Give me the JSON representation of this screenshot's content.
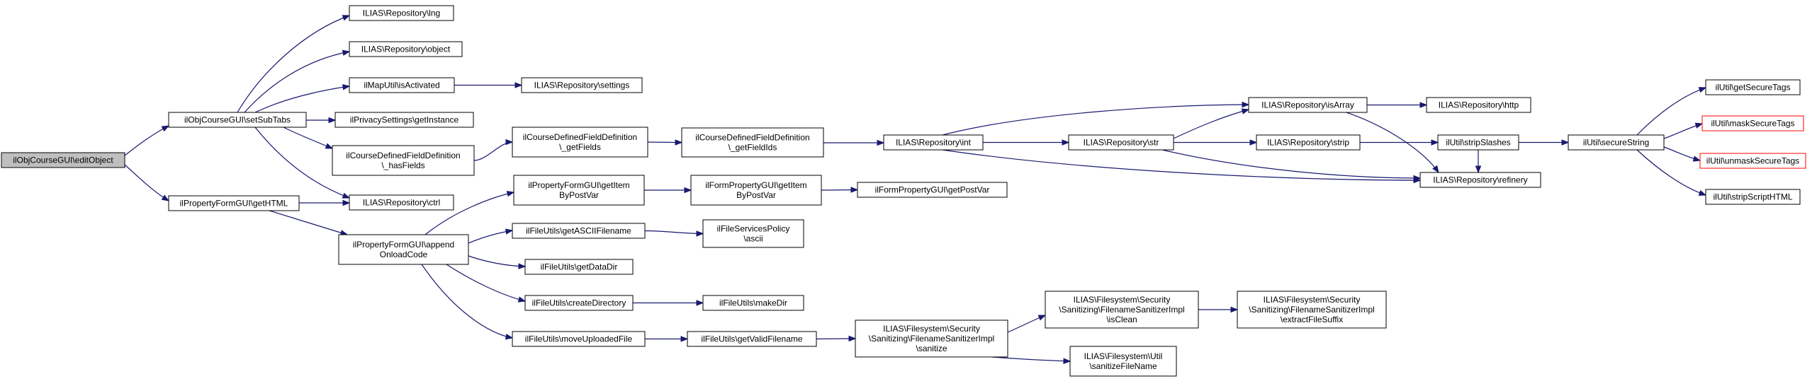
{
  "graph": {
    "title": "",
    "nodes": {
      "editObject": [
        "ilObjCourseGUI\\editObject"
      ],
      "setSubTabs": [
        "ilObjCourseGUI\\setSubTabs"
      ],
      "getHTML": [
        "ilPropertyFormGUI\\getHTML"
      ],
      "lng": [
        "ILIAS\\Repository\\lng"
      ],
      "object": [
        "ILIAS\\Repository\\object"
      ],
      "isActivated": [
        "ilMapUtil\\isActivated"
      ],
      "settings": [
        "ILIAS\\Repository\\settings"
      ],
      "getInstance": [
        "ilPrivacySettings\\getInstance"
      ],
      "hasFields": [
        "ilCourseDefinedFieldDefinition",
        "\\_hasFields"
      ],
      "getFields": [
        "ilCourseDefinedFieldDefinition",
        "\\_getFields"
      ],
      "getFieldIds": [
        "ilCourseDefinedFieldDefinition",
        "\\_getFieldIds"
      ],
      "ctrl": [
        "ILIAS\\Repository\\ctrl"
      ],
      "appendOnloadCode": [
        "ilPropertyFormGUI\\append",
        "OnloadCode"
      ],
      "pfgGetItemByPostVar": [
        "ilPropertyFormGUI\\getItem",
        "ByPostVar"
      ],
      "fpgGetItemByPostVar": [
        "ilFormPropertyGUI\\getItem",
        "ByPostVar"
      ],
      "getPostVar": [
        "ilFormPropertyGUI\\getPostVar"
      ],
      "getASCIIFilename": [
        "ilFileUtils\\getASCIIFilename"
      ],
      "ascii": [
        "ilFileServicesPolicy",
        "\\ascii"
      ],
      "getDataDir": [
        "ilFileUtils\\getDataDir"
      ],
      "createDirectory": [
        "ilFileUtils\\createDirectory"
      ],
      "makeDir": [
        "ilFileUtils\\makeDir"
      ],
      "moveUploadedFile": [
        "ilFileUtils\\moveUploadedFile"
      ],
      "getValidFilename": [
        "ilFileUtils\\getValidFilename"
      ],
      "sanitize": [
        "ILIAS\\Filesystem\\Security",
        "\\Sanitizing\\FilenameSanitizerImpl",
        "\\sanitize"
      ],
      "isClean": [
        "ILIAS\\Filesystem\\Security",
        "\\Sanitizing\\FilenameSanitizerImpl",
        "\\isClean"
      ],
      "extractFileSuffix": [
        "ILIAS\\Filesystem\\Security",
        "\\Sanitizing\\FilenameSanitizerImpl",
        "\\extractFileSuffix"
      ],
      "sanitizeFileName": [
        "ILIAS\\Filesystem\\Util",
        "\\sanitizeFileName"
      ],
      "int": [
        "ILIAS\\Repository\\int"
      ],
      "str": [
        "ILIAS\\Repository\\str"
      ],
      "isArray": [
        "ILIAS\\Repository\\isArray"
      ],
      "http": [
        "ILIAS\\Repository\\http"
      ],
      "strip": [
        "ILIAS\\Repository\\strip"
      ],
      "stripSlashes": [
        "ilUtil\\stripSlashes"
      ],
      "refinery": [
        "ILIAS\\Repository\\refinery"
      ],
      "secureString": [
        "ilUtil\\secureString"
      ],
      "getSecureTags": [
        "ilUtil\\getSecureTags"
      ],
      "maskSecureTags": [
        "ilUtil\\maskSecureTags"
      ],
      "unmaskSecureTags": [
        "ilUtil\\unmaskSecureTags"
      ],
      "stripScriptHTML": [
        "ilUtil\\stripScriptHTML"
      ]
    },
    "node_style": {
      "root": "editObject",
      "red_border": [
        "maskSecureTags",
        "unmaskSecureTags"
      ]
    },
    "edges": [
      [
        "editObject",
        "setSubTabs"
      ],
      [
        "editObject",
        "getHTML"
      ],
      [
        "setSubTabs",
        "lng"
      ],
      [
        "setSubTabs",
        "object"
      ],
      [
        "setSubTabs",
        "isActivated"
      ],
      [
        "setSubTabs",
        "getInstance"
      ],
      [
        "setSubTabs",
        "hasFields"
      ],
      [
        "setSubTabs",
        "ctrl"
      ],
      [
        "isActivated",
        "settings"
      ],
      [
        "hasFields",
        "getFields"
      ],
      [
        "getFields",
        "getFieldIds"
      ],
      [
        "getFieldIds",
        "int"
      ],
      [
        "getHTML",
        "ctrl"
      ],
      [
        "getHTML",
        "appendOnloadCode"
      ],
      [
        "appendOnloadCode",
        "pfgGetItemByPostVar"
      ],
      [
        "appendOnloadCode",
        "getASCIIFilename"
      ],
      [
        "appendOnloadCode",
        "getDataDir"
      ],
      [
        "appendOnloadCode",
        "createDirectory"
      ],
      [
        "appendOnloadCode",
        "moveUploadedFile"
      ],
      [
        "pfgGetItemByPostVar",
        "fpgGetItemByPostVar"
      ],
      [
        "fpgGetItemByPostVar",
        "getPostVar"
      ],
      [
        "getASCIIFilename",
        "ascii"
      ],
      [
        "createDirectory",
        "makeDir"
      ],
      [
        "moveUploadedFile",
        "getValidFilename"
      ],
      [
        "getValidFilename",
        "sanitize"
      ],
      [
        "sanitize",
        "isClean"
      ],
      [
        "sanitize",
        "sanitizeFileName"
      ],
      [
        "isClean",
        "extractFileSuffix"
      ],
      [
        "int",
        "isArray"
      ],
      [
        "int",
        "str"
      ],
      [
        "int",
        "refinery"
      ],
      [
        "str",
        "isArray"
      ],
      [
        "str",
        "strip"
      ],
      [
        "str",
        "refinery"
      ],
      [
        "isArray",
        "http"
      ],
      [
        "isArray",
        "refinery"
      ],
      [
        "strip",
        "stripSlashes"
      ],
      [
        "stripSlashes",
        "refinery"
      ],
      [
        "stripSlashes",
        "secureString"
      ],
      [
        "secureString",
        "getSecureTags"
      ],
      [
        "secureString",
        "maskSecureTags"
      ],
      [
        "secureString",
        "unmaskSecureTags"
      ],
      [
        "secureString",
        "stripScriptHTML"
      ]
    ]
  },
  "colors": {
    "edge": "#191970",
    "node_border": "#000000",
    "root_fill": "#bfbfbf",
    "red_border": "#ff0000"
  }
}
